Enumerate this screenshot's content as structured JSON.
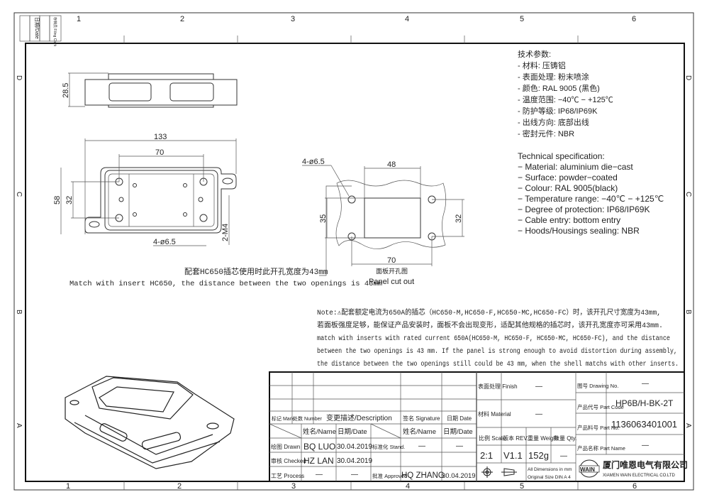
{
  "frame": {
    "columns": [
      "1",
      "2",
      "3",
      "4",
      "5",
      "6"
    ],
    "rows": [
      "D",
      "C",
      "B",
      "A"
    ],
    "filing": {
      "date": "日期/Date",
      "clerk": "存档员 Filing Clerk"
    }
  },
  "views": {
    "side_height": "28.5",
    "top": {
      "width_overall": "133",
      "hole_spacing": "70",
      "height_overall": "58",
      "hole_vertical": "32",
      "holes": "4-ø6.5",
      "thread": "2-M4"
    },
    "note_cn": "配套HC650插芯使用时此开孔宽度为43mm",
    "note_en": "Match with insert HC650, the distance between the two openings is 43mm",
    "panel": {
      "holes": "4-ø6.5",
      "opening_width": "48",
      "height_left": "35",
      "height_right": "32",
      "hole_spacing": "70",
      "caption_cn": "面板开孔图",
      "caption_en": "Panel cut out"
    }
  },
  "spec_cn": {
    "title": "技术参数:",
    "items": [
      "- 材料: 压铸铝",
      "- 表面处理: 粉末喷涂",
      "- 颜色: RAL 9005 (黑色)",
      "- 温度范围: −40℃ − +125℃",
      "- 防护等级: IP68/IP69K",
      "- 出线方向: 底部出线",
      "- 密封元件: NBR"
    ]
  },
  "spec_en": {
    "title": "Technical specification:",
    "items": [
      "− Material: aluminium die−cast",
      "− Surface: powder−coated",
      "− Colour: RAL 9005(black)",
      "− Temperature range: −40℃ − +125℃",
      "− Degree of protection: IP68/IP69K",
      "− Cable entry: bottom entry",
      "− Hoods/Housings sealing: NBR"
    ]
  },
  "note": {
    "lines": [
      "Note:⚠配套额定电流为650A的插芯（HC650-M,HC650-F,HC650-MC,HC650-FC）时，该开孔尺寸宽度为43mm,",
      "若面板强度足够，能保证产品安装时，面板不会出现变形，适配其他规格的插芯时，该开孔宽度亦可采用43mm.",
      "match with inserts with rated current 650A(HC650-M, HC650-F, HC650-MC, HC650-FC), and the distance",
      "between the two openings is 43 mm. If the panel is strong enough to avoid distortion during assembly,",
      "the distance between the two openings still could be 43 mm, when the shell matchs with other inserts."
    ]
  },
  "title_block": {
    "mark": "标记 Mark",
    "number": "处数 Number",
    "description": "变更描述/Description",
    "signature": "签名 Signature",
    "date": "日期 Date",
    "name_hdr": "姓名/Name",
    "date_hdr": "日期/Date",
    "drawn_lbl": "绘图 Drawn",
    "drawn_name": "BQ  LUO",
    "drawn_date": "30.04.2019",
    "checked_lbl": "审核 Checked",
    "checked_name": "HZ  LAN",
    "checked_date": "30.04.2019",
    "process_lbl": "工艺 Process",
    "process_name": "—",
    "process_date": "—",
    "stand_lbl": "标准化 Stand.",
    "stand_name": "—",
    "stand_date": "—",
    "approved_lbl": "批准 Approved",
    "approved_name": "HQ  ZHANG",
    "approved_date": "30.04.2019",
    "finish_lbl": "表面处理 Finish",
    "finish_val": "—",
    "material_lbl": "材料 Material",
    "material_val": "—",
    "scale_lbl": "比例 Scale",
    "scale_val": "2:1",
    "rev_lbl": "版本 REV.",
    "rev_val": "V1.1",
    "weight_lbl": "重量 Weight",
    "weight_val": "152g",
    "qty_lbl": "数量 Qty.",
    "qty_val": "—",
    "dims_note1": "All Dimensions in mm",
    "dims_note2": "Original Size DIN A 4",
    "drawing_no_lbl": "图号 Drawing No.",
    "drawing_no_val": "—",
    "part_code_lbl": "产品代号 Part Code",
    "part_code_val": "HP6B/H-BK-2T",
    "part_no_lbl": "产品料号 Part No.",
    "part_no_val": "1136063401001",
    "part_name_lbl": "产品名称 Part Name",
    "part_name_val": "—",
    "logo": "WAIN",
    "company_cn": "厦门唯恩电气有限公司",
    "company_en": "XIAMEN WAIN ELECTRICAL CO.LTD"
  }
}
